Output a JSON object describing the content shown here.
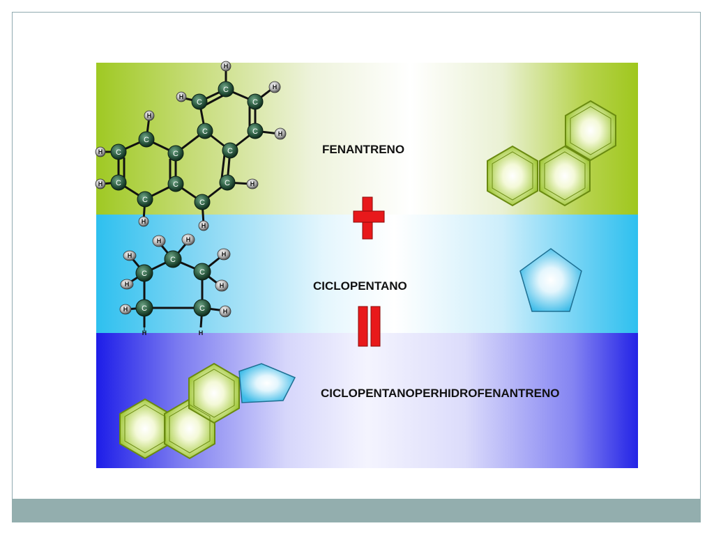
{
  "labels": {
    "phenanthrene": "FENANTRENO",
    "cyclopentane": "CICLOPENTANO",
    "result": "CICLOPENTANOPERHIDROFENANTRENO"
  },
  "atoms": {
    "carbon": "C",
    "hydrogen": "H"
  },
  "colors": {
    "frame_border": "#8fa9b0",
    "footer": "#93aeae",
    "green_band": "#9fc923",
    "cyan_band": "#2ec0ef",
    "blue_band": "#1d1de8",
    "operator_red": "#e8191b",
    "carbon_green": "#2e5d43"
  },
  "operators": [
    "plus",
    "equals"
  ]
}
